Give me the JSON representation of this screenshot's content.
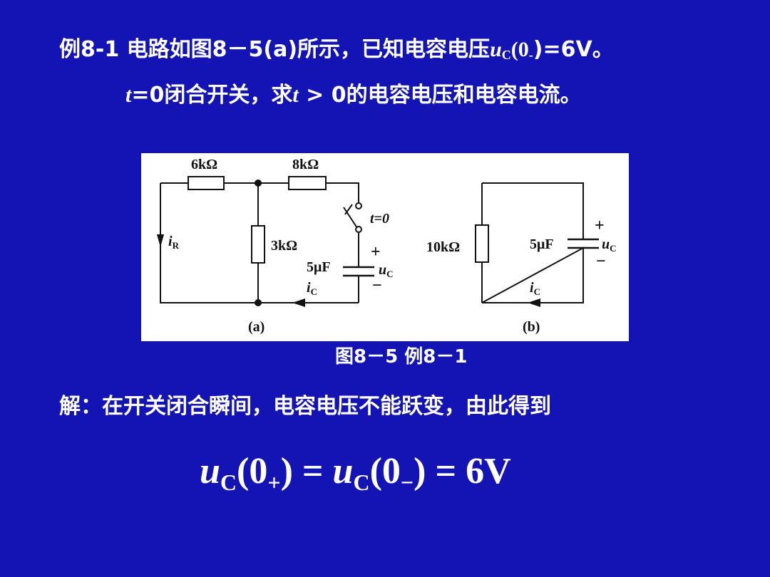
{
  "problem": {
    "line1": {
      "lead": "例8-1  电路如图8－5(a)所示，已知电容电压",
      "var": "u",
      "sub": "C",
      "arg": "(0",
      "argsub": "-",
      "tail": ")=6V。"
    },
    "line2": {
      "t1": "t",
      "p1": "=0闭合开关，求",
      "t2": "t",
      "p2": " > 0的电容电压和电容电流。"
    }
  },
  "figure": {
    "caption": "图8－5 例8－1",
    "a": {
      "label": "(a)",
      "r1": "6kΩ",
      "r2": "8kΩ",
      "r3": "3kΩ",
      "cap": "5μF",
      "switch": "t=0",
      "ir": "i",
      "ir_sub": "R",
      "ic": "i",
      "ic_sub": "C",
      "uc": "u",
      "uc_sub": "C",
      "plus": "+",
      "minus": "−"
    },
    "b": {
      "label": "(b)",
      "r": "10kΩ",
      "cap": "5μF",
      "ic": "i",
      "ic_sub": "C",
      "uc": "u",
      "uc_sub": "C",
      "plus": "+",
      "minus": "−"
    }
  },
  "solution": {
    "text": "解：在开关闭合瞬间，电容电压不能跃变，由此得到"
  },
  "equation": {
    "u1": "u",
    "s1": "C",
    "a1": "(0",
    "p1": "+",
    "m1": ") = ",
    "u2": "u",
    "s2": "C",
    "a2": "(0",
    "p2": "−",
    "m2": ") = 6V"
  }
}
